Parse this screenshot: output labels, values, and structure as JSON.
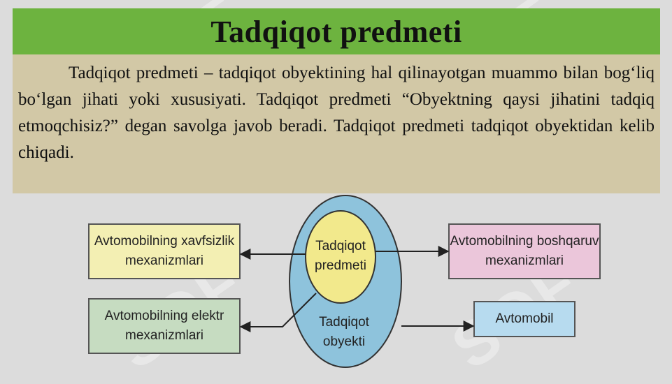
{
  "watermark": "SOF",
  "title": "Tadqiqot predmeti",
  "definition": "Tadqiqot predmeti – tadqiqot obyektining hal qilinayotgan muammo bilan bog‘liq bo‘lgan jihati yoki xususiyati. Tadqiqot predmeti “Obyektning qaysi jihatini tadqiq etmoqchisiz?” degan savolga javob beradi. Tadqiqot predmeti tadqiqot obyektidan kelib chiqadi.",
  "diagram": {
    "center_inner": "Tadqiqot\npredmeti",
    "center_outer": "Tadqiqot\nobyekti",
    "left_top": "Avtomobilning xavfsizlik\nmexanizmlari",
    "left_bottom": "Avtomobilning elektr\nmexanizmlari",
    "right_top": "Avtomobilning boshqaruv\nmexanizmlari",
    "right_bottom": "Avtomobil"
  },
  "colors": {
    "title_bg": "#6db33f",
    "definition_bg": "#d2c8a6",
    "outer_circle": "#8ec3dc",
    "inner_circle": "#f2e98c",
    "left_top_box": "#f3efb3",
    "left_bottom_box": "#c6dcc1",
    "right_top_box": "#ebc6da",
    "right_bottom_box": "#b7dbef"
  }
}
